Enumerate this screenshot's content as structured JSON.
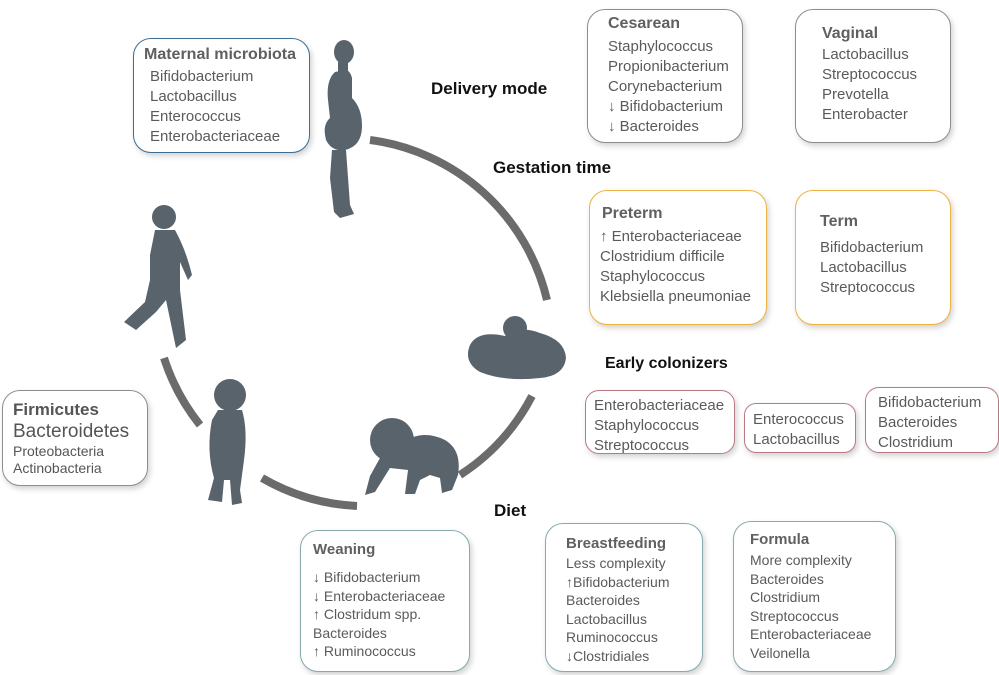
{
  "labels": {
    "delivery_mode": "Delivery mode",
    "gestation_time": "Gestation time",
    "early_colonizers": "Early colonizers",
    "diet": "Diet"
  },
  "maternal": {
    "title": "Maternal microbiota",
    "items": [
      "Bifidobacterium",
      "Lactobacillus",
      "Enterococcus",
      "Enterobacteriaceae"
    ]
  },
  "cesarean": {
    "title": "Cesarean",
    "items": [
      "Staphylococcus",
      "Propionibacterium",
      "Corynebacterium",
      "↓ Bifidobacterium",
      "↓ Bacteroides"
    ]
  },
  "vaginal": {
    "title": "Vaginal",
    "items": [
      "Lactobacillus",
      "Streptococcus",
      "Prevotella",
      "Enterobacter"
    ]
  },
  "preterm": {
    "title": "Preterm",
    "items": [
      "↑ Enterobacteriaceae",
      "Clostridium difficile",
      "Staphylococcus",
      "Klebsiella pneumoniae"
    ]
  },
  "term": {
    "title": "Term",
    "items": [
      "Bifidobacterium",
      "Lactobacillus",
      "Streptococcus"
    ]
  },
  "early1": {
    "items": [
      "Enterobacteriaceae",
      "Staphylococcus",
      "Streptococcus"
    ]
  },
  "early2": {
    "items": [
      "Enterococcus",
      "Lactobacillus"
    ]
  },
  "early3": {
    "items": [
      "Bifidobacterium",
      "Bacteroides",
      "Clostridium"
    ]
  },
  "weaning": {
    "title": "Weaning",
    "items": [
      "↓ Bifidobacterium",
      "↓ Enterobacteriaceae",
      "↑ Clostridum spp.",
      " Bacteroides",
      "↑ Ruminococcus"
    ]
  },
  "breastfeeding": {
    "title": "Breastfeeding",
    "items": [
      "Less complexity",
      "↑Bifidobacterium",
      "Bacteroides",
      "Lactobacillus",
      "Ruminococcus",
      "↓Clostridiales"
    ]
  },
  "formula": {
    "title": "Formula",
    "items": [
      "More complexity",
      "Bacteroides",
      "Clostridium",
      "Streptococcus",
      "Enterobacteriaceae",
      "Veilonella"
    ]
  },
  "firmicutes": {
    "title": "Firmicutes",
    "line2": "Bacteroidetes",
    "line3": "Proteobacteria",
    "line4": "Actinobacteria"
  },
  "colors": {
    "arc": "#6b6b6b",
    "silhouette": "#59636c",
    "gray_border": "#8d8d8d",
    "yellow_border": "#f0b23e",
    "rose_border": "#b97a86",
    "teal_border": "#86aab0"
  }
}
